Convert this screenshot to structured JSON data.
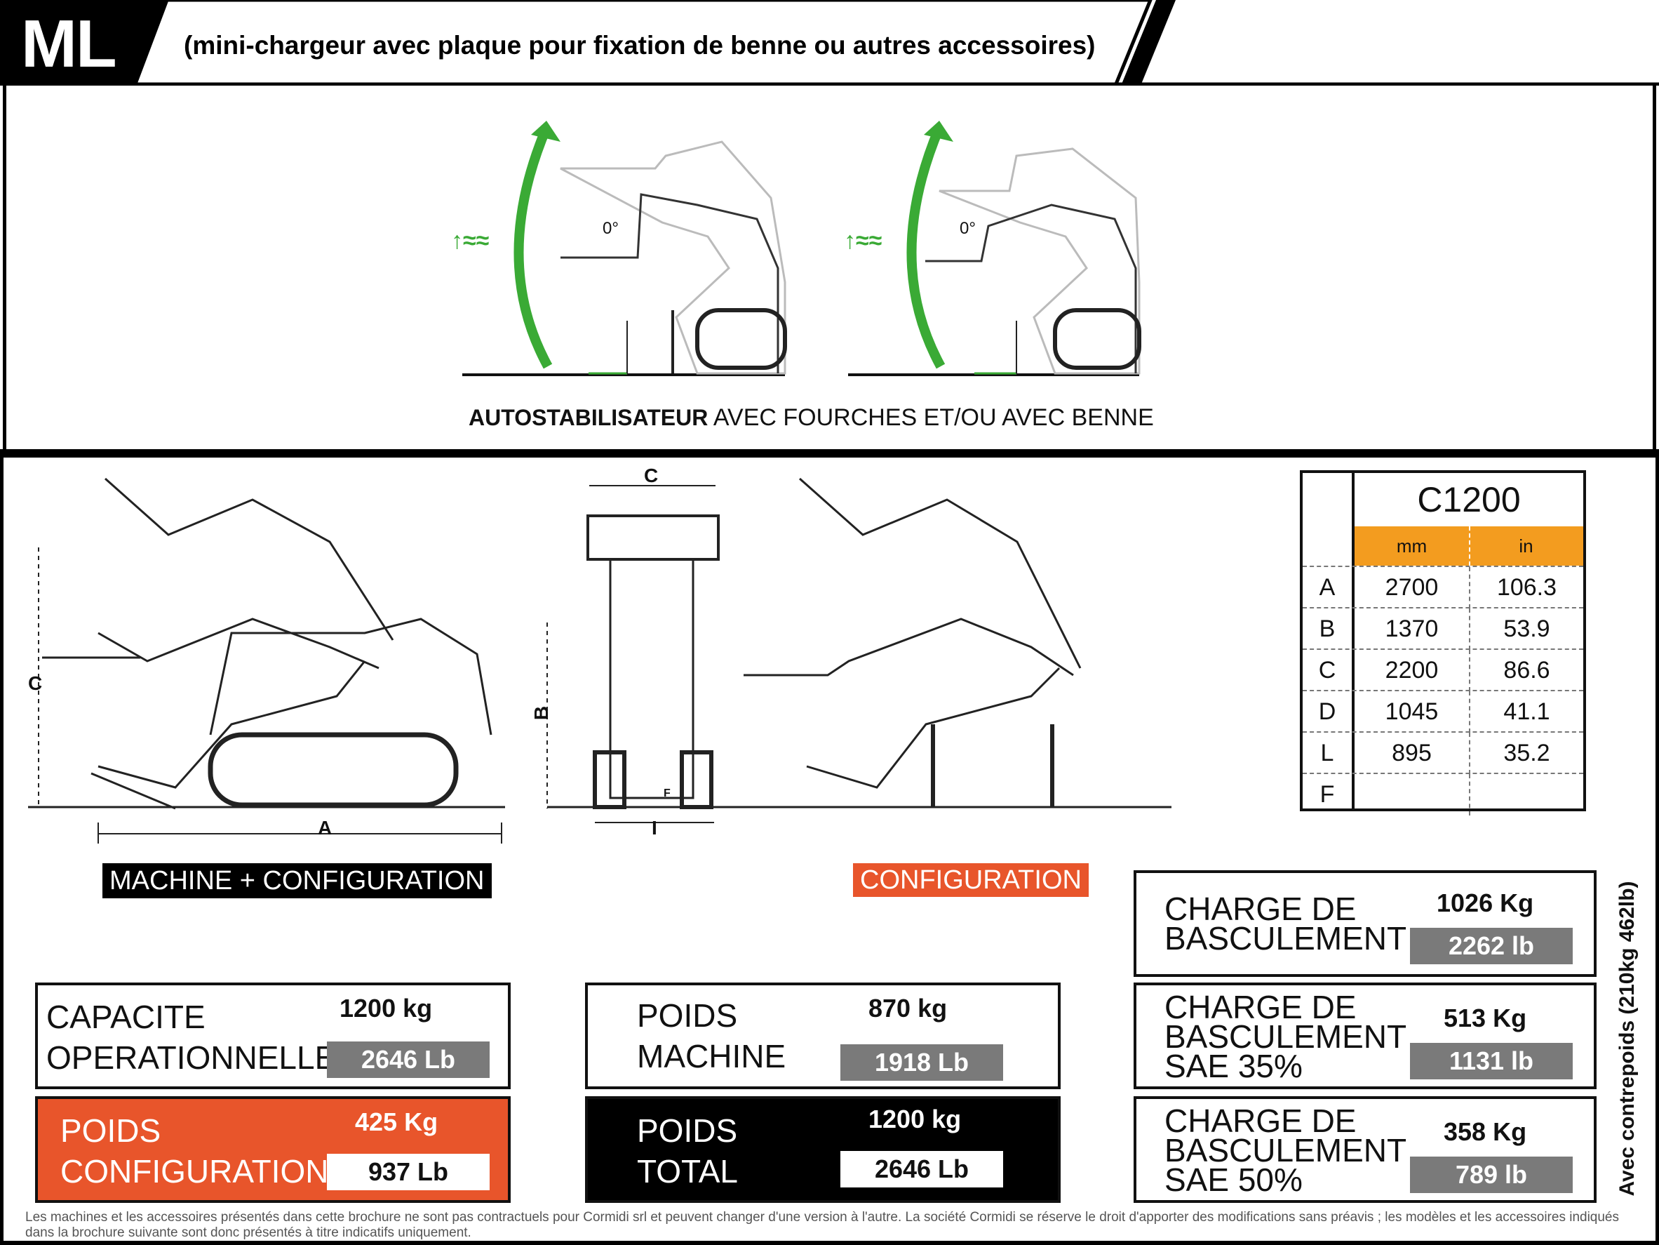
{
  "header": {
    "model": "ML",
    "subtitle": "(mini-chargeur avec plaque pour fixation de benne ou autres accessoires)"
  },
  "top_panel": {
    "caption_bold": "AUTOSTABILISATEUR",
    "caption_rest": " AVEC FOURCHES ET/OU AVEC BENNE",
    "angle_label_1": "0°",
    "angle_label_2": "0°",
    "arrow_color": "#3aaa35"
  },
  "diagram": {
    "dim_a": "A",
    "dim_b": "B",
    "dim_c_side": "C",
    "dim_c_front": "C",
    "dim_i": "I",
    "dim_f": "F"
  },
  "dimensions_table": {
    "model": "C1200",
    "unit_mm": "mm",
    "unit_in": "in",
    "rows": [
      {
        "label": "A",
        "mm": "2700",
        "in": "106.3"
      },
      {
        "label": "B",
        "mm": "1370",
        "in": "53.9"
      },
      {
        "label": "C",
        "mm": "2200",
        "in": "86.6"
      },
      {
        "label": "D",
        "mm": "1045",
        "in": "41.1"
      },
      {
        "label": "L",
        "mm": "895",
        "in": "35.2"
      },
      {
        "label": "F",
        "mm": "",
        "in": ""
      }
    ],
    "header_color": "#f39c1f"
  },
  "labels": {
    "machine_config": "MACHINE + CONFIGURATION",
    "configuration": "CONFIGURATION"
  },
  "specs": {
    "capacite": {
      "line1": "CAPACITE",
      "line2": "OPERATIONNELLE",
      "kg": "1200 kg",
      "lb": "2646 Lb"
    },
    "poids_machine": {
      "line1": "POIDS",
      "line2": "MACHINE",
      "kg": "870 kg",
      "lb": "1918 Lb"
    },
    "poids_config": {
      "line1": "POIDS",
      "line2": "CONFIGURATION",
      "kg": "425 Kg",
      "lb": "937 Lb"
    },
    "poids_total": {
      "line1": "POIDS",
      "line2": "TOTAL",
      "kg": "1200 kg",
      "lb": "2646 Lb"
    },
    "charge_basc": {
      "line1": "CHARGE DE",
      "line2": "BASCULEMENT",
      "kg": "1026 Kg",
      "lb": "2262 lb"
    },
    "charge_35": {
      "line1": "CHARGE DE",
      "line2": "BASCULEMENT",
      "line3": "SAE 35%",
      "kg": "513 Kg",
      "lb": "1131 lb"
    },
    "charge_50": {
      "line1": "CHARGE DE",
      "line2": "BASCULEMENT",
      "line3": "SAE 50%",
      "kg": "358 Kg",
      "lb": "789 lb"
    }
  },
  "side_note": "Avec contrepoids (210kg 462lb)",
  "colors": {
    "orange": "#e8552b",
    "grey": "#7a7a7a"
  },
  "disclaimer": "Les machines et les accessoires présentés dans cette brochure ne sont pas contractuels pour Cormidi srl et peuvent changer d'une version à l'autre. La société Cormidi se réserve le droit d'apporter des modifications sans préavis ; les modèles et les accessoires indiqués dans la brochure suivante sont donc présentés à titre indicatifs uniquement."
}
